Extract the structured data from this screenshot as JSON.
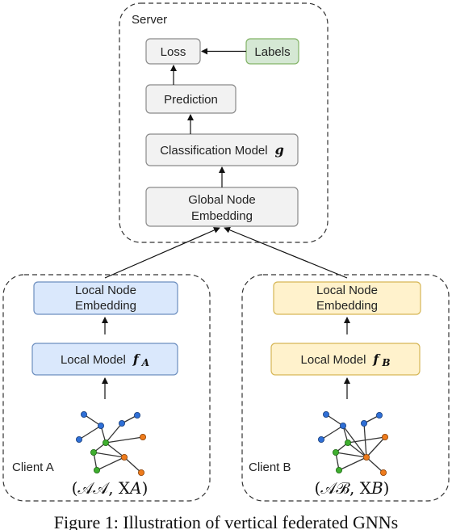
{
  "server": {
    "label": "Server",
    "loss": "Loss",
    "labels": "Labels",
    "prediction": "Prediction",
    "classification_model": "Classification Model",
    "classification_symbol": "g",
    "global_embedding_line1": "Global Node",
    "global_embedding_line2": "Embedding"
  },
  "client_a": {
    "label": "Client A",
    "embedding_line1": "Local Node",
    "embedding_line2": "Embedding",
    "model_label": "Local Model",
    "model_symbol": "f",
    "model_subscript": "A",
    "data_label": "(𝒜𝒜, X𝐴)"
  },
  "client_b": {
    "label": "Client B",
    "embedding_line1": "Local Node",
    "embedding_line2": "Embedding",
    "model_label": "Local Model",
    "model_symbol": "f",
    "model_subscript": "B",
    "data_label": "(𝒜ℬ, X𝐵)"
  },
  "caption": "Figure 1: Illustration of vertical federated GNNs",
  "colors": {
    "gray_fill": "#f2f2f2",
    "gray_stroke": "#8a8a8a",
    "green_fill": "#d5e8d4",
    "green_stroke": "#82b366",
    "blue_fill": "#dae8fc",
    "blue_stroke": "#6c8ebf",
    "yellow_fill": "#fff2cc",
    "yellow_stroke": "#d6b656",
    "node_blue": "#2f6fd6",
    "node_green": "#3fae2f",
    "node_orange": "#ee7b1c"
  }
}
